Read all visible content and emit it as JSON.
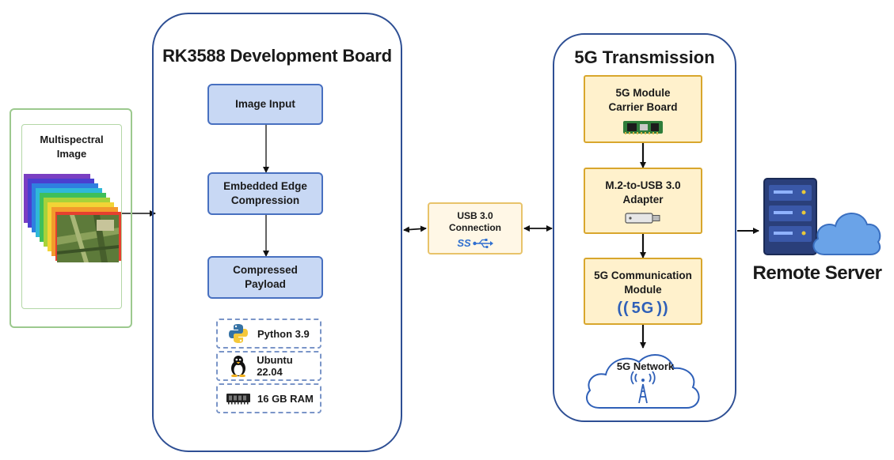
{
  "input": {
    "title": "Multispectral\nImage"
  },
  "board": {
    "title": "RK3588 Development Board",
    "steps": [
      "Image Input",
      "Embedded Edge\nCompression",
      "Compressed\nPayload"
    ],
    "env": [
      "Python 3.9",
      "Ubuntu 22.04",
      "16 GB RAM"
    ]
  },
  "usb": {
    "label": "USB 3.0\nConnection",
    "logo": "SS"
  },
  "transmission": {
    "title": "5G Transmission",
    "modules": [
      "5G Module\nCarrier Board",
      "M.2-to-USB 3.0\nAdapter",
      "5G Communication\nModule"
    ],
    "signal_label": "5G",
    "network": "5G Network"
  },
  "server": {
    "label": "Remote Server"
  },
  "colors": {
    "board_border": "#2e4f94",
    "step_fill": "#c8d8f4",
    "module_fill": "#fff1cc",
    "usb_fill": "#fff7e6"
  }
}
